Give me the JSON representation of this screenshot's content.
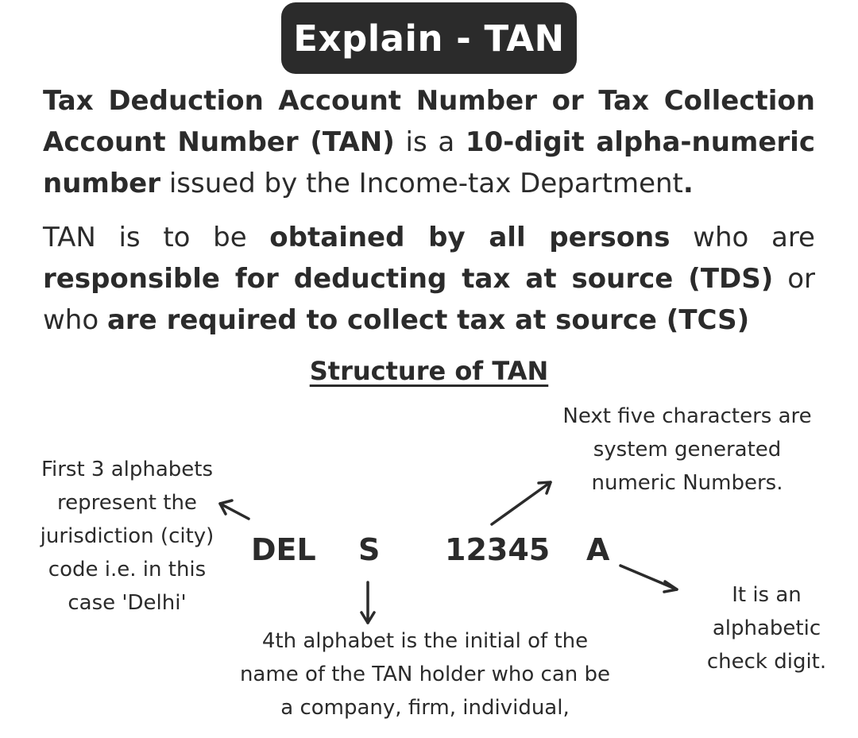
{
  "title": "Explain - TAN",
  "intro": {
    "b1": "Tax Deduction Account Number or Tax Collection Account Number (TAN)",
    "t1": " is a ",
    "b2": "10-digit alpha-numeric number",
    "t2": " issued by the Income-tax Department",
    "b3": "."
  },
  "obligation": {
    "t1": "TAN is to be ",
    "b1": "obtained by all persons",
    "t2": " who are ",
    "b2": "responsible for deducting tax at source (TDS)",
    "t3": " or who ",
    "b3": "are required to collect tax at source (TCS)"
  },
  "structure": {
    "heading": "Structure of TAN",
    "tan_parts": [
      "DEL",
      "S",
      "12345",
      "A"
    ],
    "labels": {
      "city_code": "First 3 alphabets represent the jurisdiction (city) code i.e. in this case 'Delhi'",
      "system_generated": "Next five characters are system generated numeric Numbers.",
      "holder_initial": "4th alphabet is the initial of the name of the TAN holder who can be a company, firm, individual,",
      "check_digit": "It is an alphabetic check digit."
    }
  }
}
